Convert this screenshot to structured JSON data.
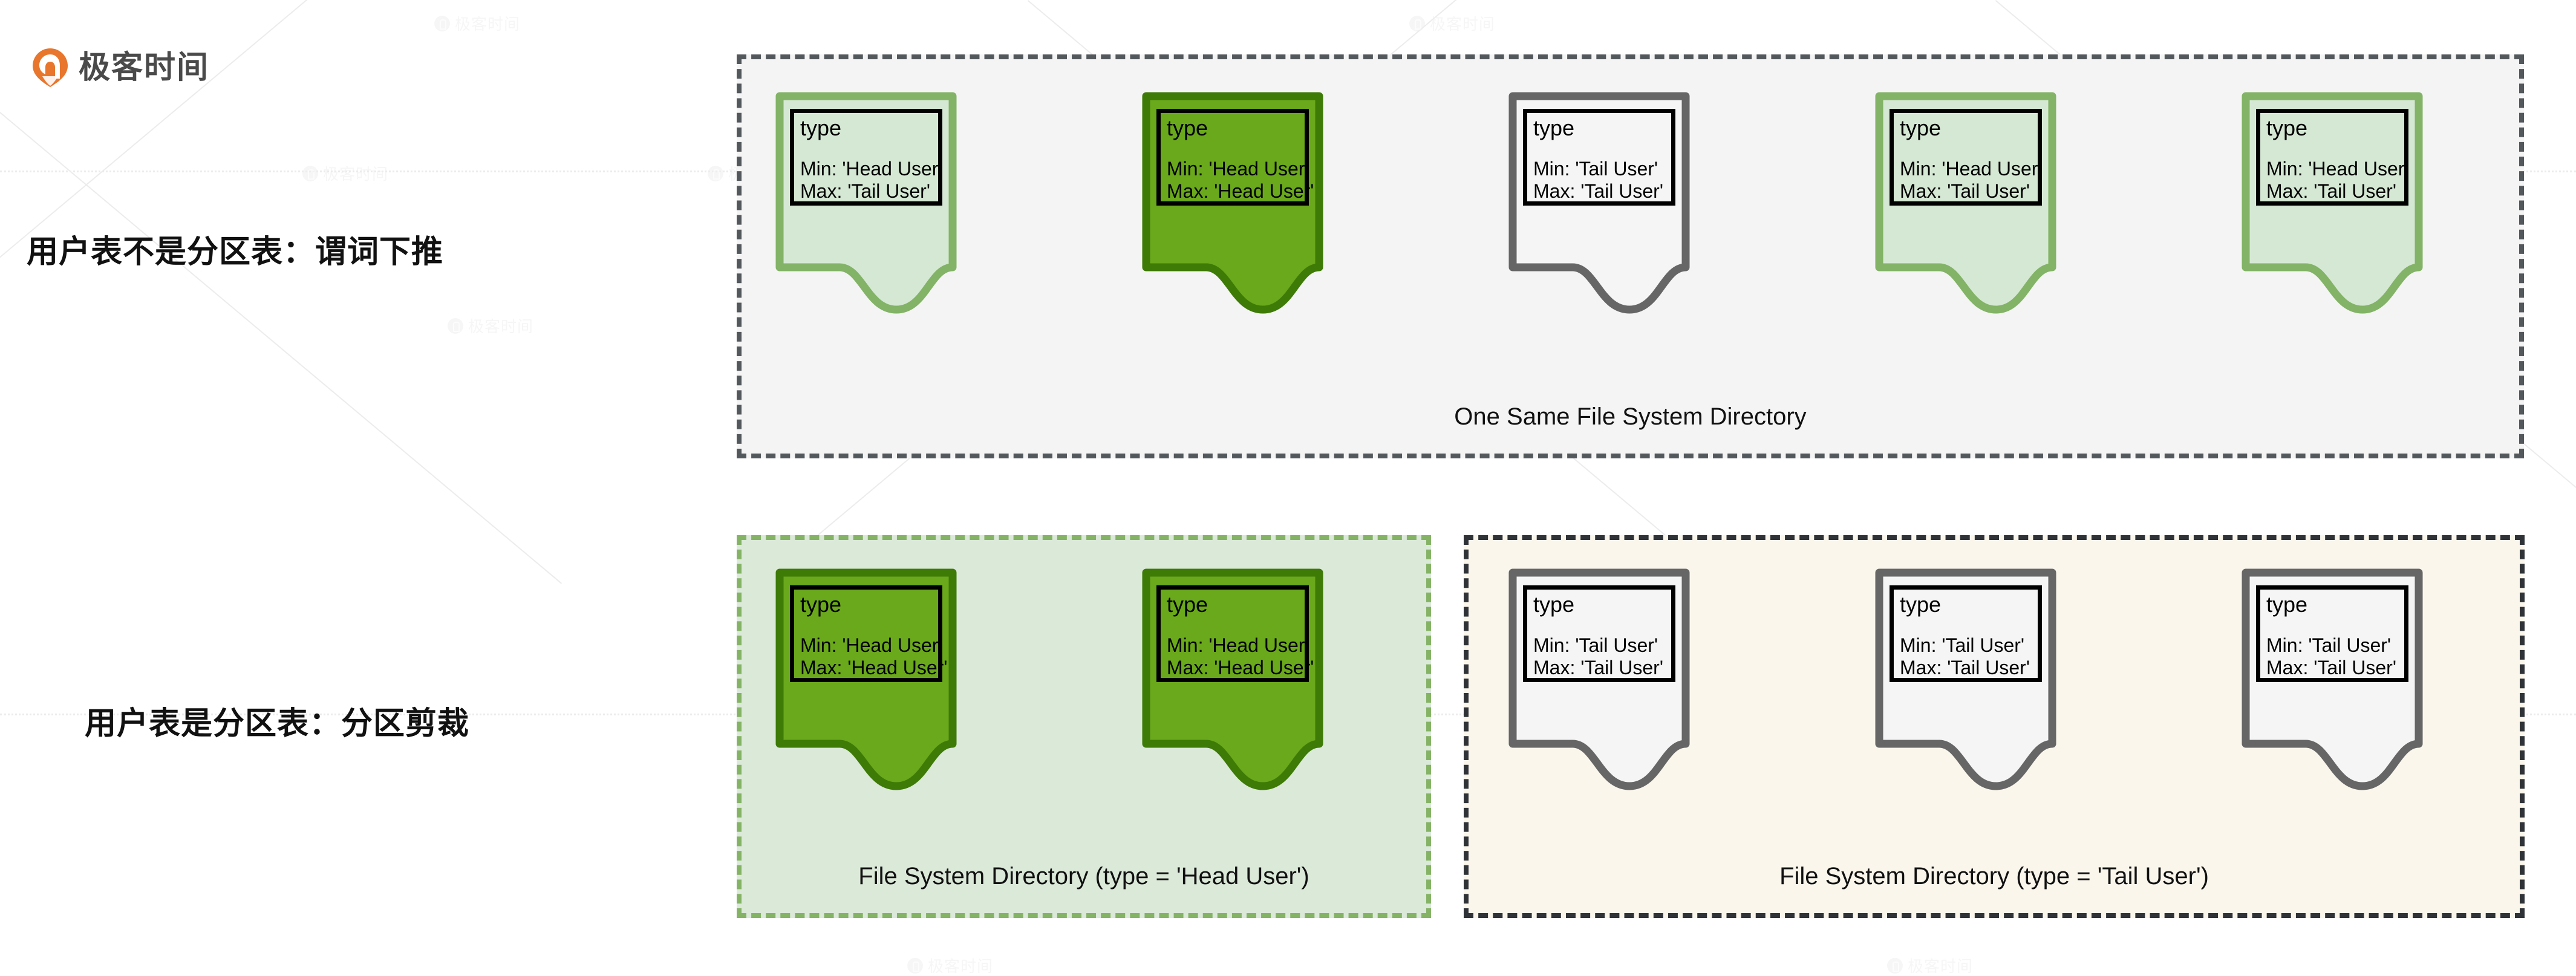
{
  "brand": {
    "name": "极客时间",
    "logo_icon": "geektime-logo-icon",
    "logo_color": "#e8762c"
  },
  "watermark": {
    "text": "极客时间"
  },
  "rows": [
    {
      "id": "row1",
      "label": "用户表不是分区表：谓词下推",
      "containers": [
        {
          "id": "dir-all",
          "caption": "One Same File System Directory",
          "fill": "#f4f4f4",
          "border": "#53585c",
          "border_style": "dashed"
        }
      ],
      "files": [
        {
          "field": "type",
          "min_label": "Min: 'Head User'",
          "max_label": "Max: 'Tail User'",
          "fill": "#d5e8d4",
          "stroke": "#82b366",
          "variant": "light-green"
        },
        {
          "field": "type",
          "min_label": "Min: 'Head User'",
          "max_label": "Max: 'Head User'",
          "fill": "#6aa81c",
          "stroke": "#3d7a06",
          "variant": "dark-green"
        },
        {
          "field": "type",
          "min_label": "Min: 'Tail User'",
          "max_label": "Max: 'Tail User'",
          "fill": "#f5f5f5",
          "stroke": "#666666",
          "variant": "gray"
        },
        {
          "field": "type",
          "min_label": "Min: 'Head User'",
          "max_label": "Max: 'Tail User'",
          "fill": "#d5e8d4",
          "stroke": "#82b366",
          "variant": "light-green"
        },
        {
          "field": "type",
          "min_label": "Min: 'Head User'",
          "max_label": "Max: 'Tail User'",
          "fill": "#d5e8d4",
          "stroke": "#82b366",
          "variant": "light-green"
        }
      ]
    },
    {
      "id": "row2",
      "label": "用户表是分区表：分区剪裁",
      "containers": [
        {
          "id": "dir-head",
          "caption": "File System Directory (type = 'Head User')",
          "fill": "#dbe9d9",
          "border": "#85b366",
          "border_style": "dashed"
        },
        {
          "id": "dir-tail",
          "caption": "File System Directory (type = 'Tail User')",
          "fill": "#faf6ec",
          "border": "#2f3338",
          "border_style": "dashed"
        }
      ],
      "files": [
        {
          "field": "type",
          "min_label": "Min: 'Head User'",
          "max_label": "Max: 'Head User'",
          "fill": "#6aa81c",
          "stroke": "#3d7a06",
          "variant": "dark-green"
        },
        {
          "field": "type",
          "min_label": "Min: 'Head User'",
          "max_label": "Max: 'Head User'",
          "fill": "#6aa81c",
          "stroke": "#3d7a06",
          "variant": "dark-green"
        },
        {
          "field": "type",
          "min_label": "Min: 'Tail User'",
          "max_label": "Max: 'Tail User'",
          "fill": "#f5f5f5",
          "stroke": "#666666",
          "variant": "gray"
        },
        {
          "field": "type",
          "min_label": "Min: 'Tail User'",
          "max_label": "Max: 'Tail User'",
          "fill": "#f5f5f5",
          "stroke": "#666666",
          "variant": "gray"
        },
        {
          "field": "type",
          "min_label": "Min: 'Tail User'",
          "max_label": "Max: 'Tail User'",
          "fill": "#f5f5f5",
          "stroke": "#666666",
          "variant": "gray"
        }
      ]
    }
  ]
}
